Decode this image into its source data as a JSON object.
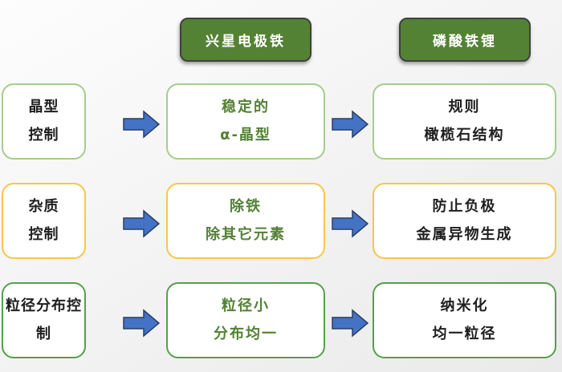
{
  "diagram": {
    "title_semantic": "iron-phosphate-material-control-flowchart",
    "headers": [
      {
        "label": "兴星电极铁"
      },
      {
        "label": "磷酸铁锂"
      }
    ],
    "rows": [
      {
        "border_style": "light-green",
        "left": {
          "lines": [
            "晶型",
            "控制"
          ]
        },
        "middle": {
          "lines": [
            "稳定的",
            "α-晶型"
          ],
          "text_color": "green"
        },
        "right": {
          "lines": [
            "规则",
            "橄榄石结构"
          ]
        }
      },
      {
        "border_style": "yellow",
        "left": {
          "lines": [
            "杂质",
            "控制"
          ]
        },
        "middle": {
          "lines": [
            "除铁",
            "除其它元素"
          ],
          "text_color": "green"
        },
        "right": {
          "lines": [
            "防止负极",
            "金属异物生成"
          ]
        }
      },
      {
        "border_style": "dark-green",
        "left": {
          "lines": [
            "粒径分布控",
            "制"
          ]
        },
        "middle": {
          "lines": [
            "粒径小",
            "分布均一"
          ],
          "text_color": "green"
        },
        "right": {
          "lines": [
            "纳米化",
            "均一粒径"
          ]
        }
      }
    ],
    "colors": {
      "header_fill": "#548235",
      "header_border": "#404040",
      "header_text": "#ffffff",
      "light_green_border": "#a5cd8d",
      "yellow_border": "#f7c64a",
      "dark_green_border": "#55a04a",
      "green_text": "#538135",
      "black_text": "#1f1f1f",
      "arrow_fill": "#4472c4",
      "arrow_outline": "#2a3f66",
      "background": "#f2f2f2"
    }
  }
}
